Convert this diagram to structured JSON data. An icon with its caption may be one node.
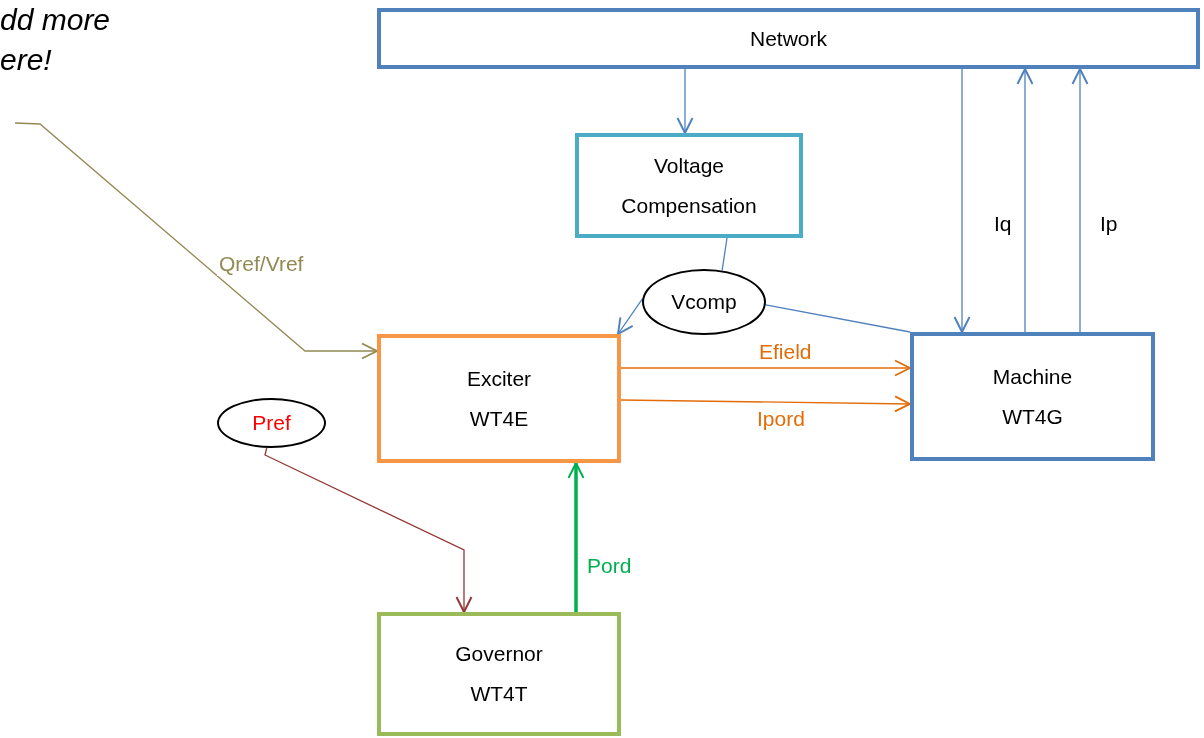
{
  "diagram": {
    "nodes": [
      {
        "text": [
          "Network"
        ]
      },
      {
        "text": [
          "Voltage Compensation"
        ]
      },
      {
        "text": [
          "Vcomp"
        ]
      },
      {
        "text": [
          "Exciter WT4E"
        ]
      },
      {
        "text": [
          "Machine WT4G"
        ]
      },
      {
        "text": [
          "Pref"
        ]
      },
      {
        "text": [
          "Governor WT4T"
        ]
      }
    ],
    "edges": [
      {
        "from": 0,
        "to": 1,
        "arrow": "to"
      },
      {
        "from": 1,
        "to": 2,
        "arrow": "none"
      },
      {
        "from": 2,
        "to": 3,
        "arrow": "to"
      },
      {
        "from": 2,
        "to": 4,
        "arrow": "none"
      },
      {
        "from": 0,
        "to": 4,
        "arrow": "to"
      },
      {
        "from": 4,
        "to": 0,
        "arrow": "to",
        "label": "Iq"
      },
      {
        "from": 4,
        "to": 0,
        "arrow": "to",
        "label": "Ip"
      },
      {
        "from": 3,
        "to": 4,
        "arrow": "to",
        "label": "Efield",
        "color": "#e36c09"
      },
      {
        "from": 3,
        "to": 4,
        "arrow": "to",
        "label": "Ipord",
        "color": "#e36c09"
      },
      {
        "from": null,
        "to": 3,
        "arrow": "to",
        "label": "Qref/Vref",
        "color": "#938953"
      },
      {
        "from": 5,
        "to": 6,
        "arrow": "to",
        "color": "#943634"
      },
      {
        "from": 6,
        "to": 3,
        "arrow": "to",
        "label": "Pord",
        "color": "#00b050",
        "style": "thick"
      }
    ],
    "labels": [
      "dd more ere!"
    ]
  }
}
